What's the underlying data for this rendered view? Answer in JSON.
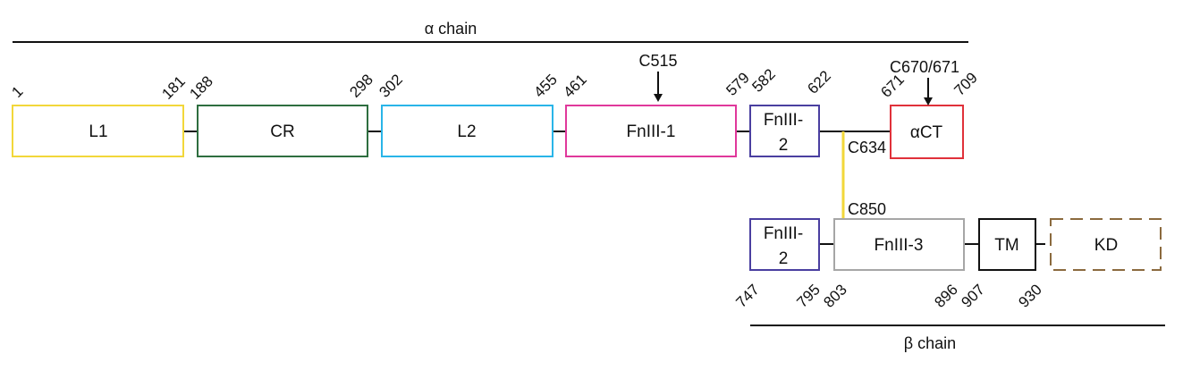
{
  "chains": {
    "alpha": {
      "label": "α chain"
    },
    "beta": {
      "label": "β chain"
    }
  },
  "domains": {
    "l1": {
      "label": "L1",
      "color": "#f2d73a"
    },
    "cr": {
      "label": "CR",
      "color": "#2e6e3f"
    },
    "l2": {
      "label": "L2",
      "color": "#29b5e8"
    },
    "fn1": {
      "label": "FnIII-1",
      "color": "#e0389b"
    },
    "fn2a": {
      "line1": "FnIII-",
      "line2": "2",
      "color": "#4a3fa0"
    },
    "act": {
      "label": "αCT",
      "color": "#e0313a"
    },
    "fn2b": {
      "line1": "FnIII-",
      "line2": "2",
      "color": "#4a3fa0"
    },
    "fn3": {
      "label": "FnIII-3",
      "color": "#a6a6a6"
    },
    "tm": {
      "label": "TM",
      "color": "#111111"
    },
    "kd": {
      "label": "KD",
      "color": "#8b6a3e"
    }
  },
  "residues": {
    "r1": "1",
    "r181": "181",
    "r188": "188",
    "r298": "298",
    "r302": "302",
    "r455": "455",
    "r461": "461",
    "r579": "579",
    "r582": "582",
    "r622": "622",
    "r671": "671",
    "r709": "709",
    "r747": "747",
    "r795": "795",
    "r803": "803",
    "r896": "896",
    "r907": "907",
    "r930": "930"
  },
  "sites": {
    "c515": "C515",
    "c670_671": "C670/671",
    "c634": "C634",
    "c850": "C850"
  },
  "disulfide_color": "#f2d73a"
}
